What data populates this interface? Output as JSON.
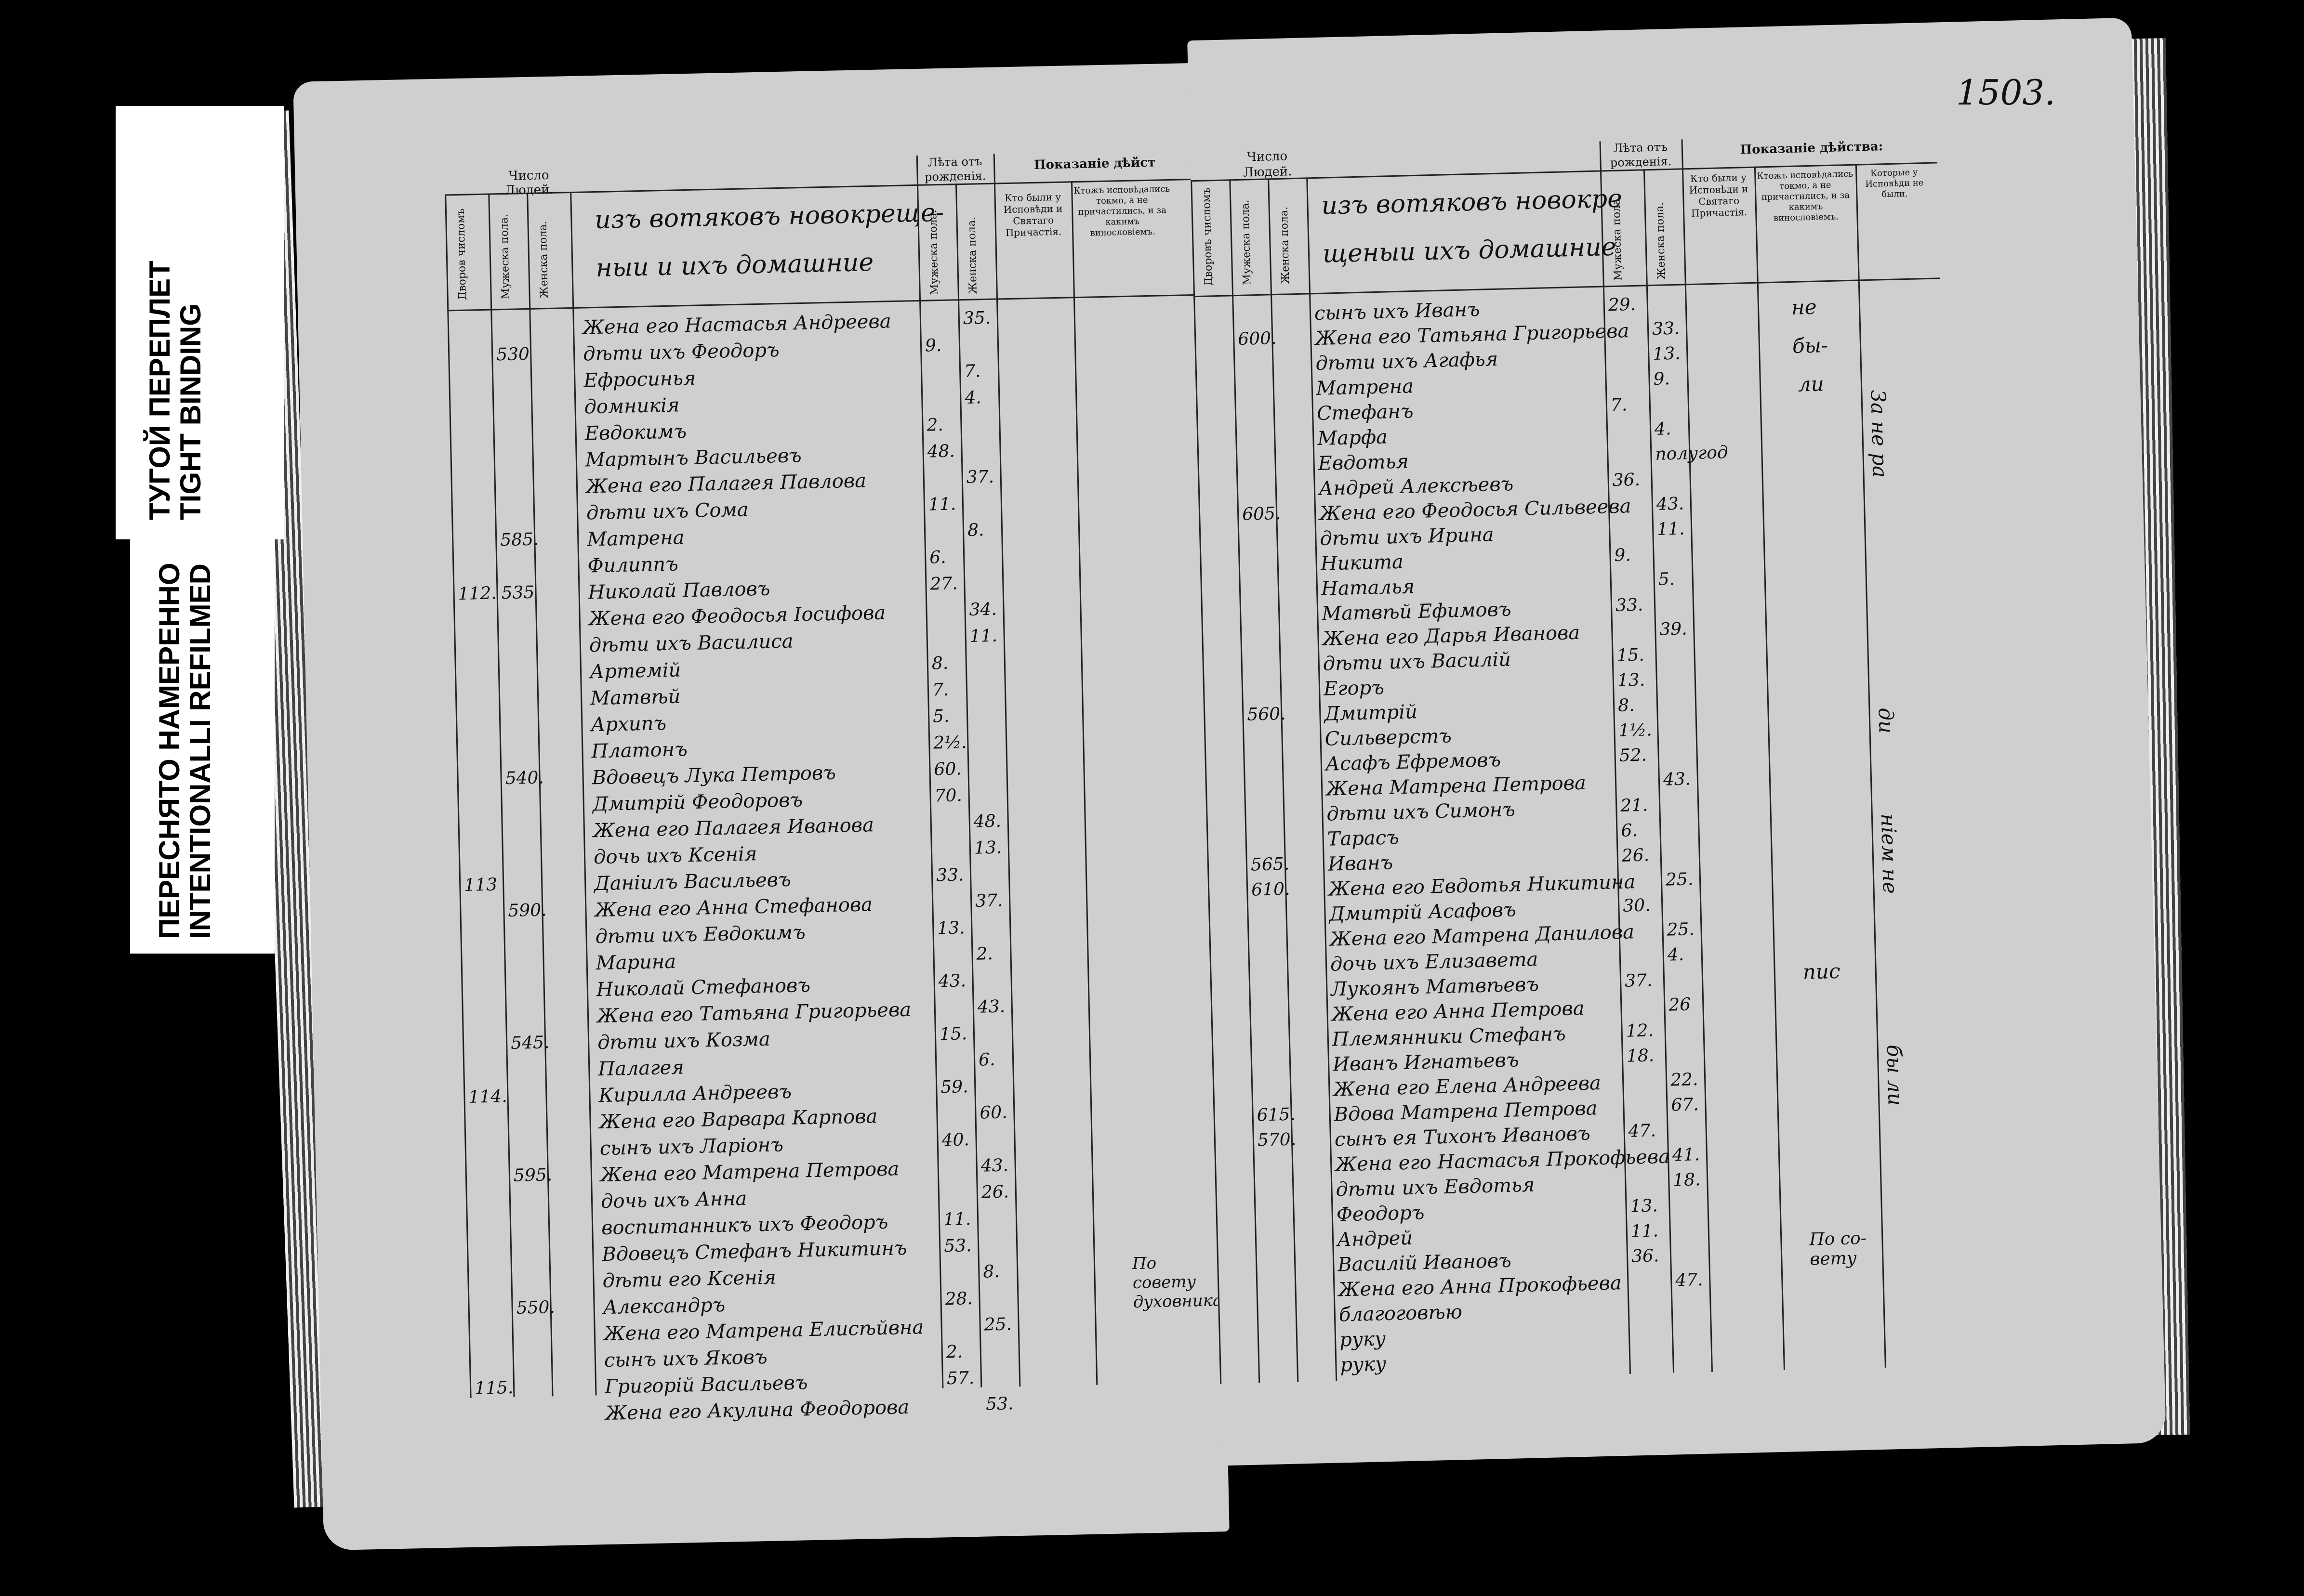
{
  "labels": {
    "tight_binding_ru": "ТУГОЙ ПЕРЕПЛЕТ",
    "tight_binding_en": "TIGHT BINDING",
    "refilmed_ru": "ПЕРЕСНЯТО НАМЕРЕННО",
    "refilmed_en": "INTENTIONALLI REFILMED"
  },
  "folio": "1503.",
  "left": {
    "headers": {
      "number": "Число",
      "people": "Людей.",
      "yards": "Дворов числомъ",
      "male": "Мужеска пола.",
      "female": "Женска пола.",
      "age": "Лѣта отъ рожденія.",
      "age_male": "Мужеска пола.",
      "age_female": "Женска пола.",
      "testimony": "Показаніе дѣйст",
      "confessed": "Кто были у Исповѣди и Святаго Причастія.",
      "only_confessed": "Ктожъ исповѣдались токмо, а не причастились, и за какимъ винословіемъ."
    },
    "title_line1": "изъ вотяковъ новокреще-",
    "title_line2": "ныи и ихъ домашние",
    "rows": [
      {
        "yard": "",
        "num": "",
        "text": "Жена его Настасья Андреева",
        "m": "",
        "f": "35."
      },
      {
        "yard": "",
        "num": "530",
        "text": "дѣти ихъ Феодоръ",
        "m": "9.",
        "f": ""
      },
      {
        "yard": "",
        "num": "",
        "text": "Ефросинья",
        "m": "",
        "f": "7."
      },
      {
        "yard": "",
        "num": "",
        "text": "домникія",
        "m": "",
        "f": "4."
      },
      {
        "yard": "",
        "num": "",
        "text": "Евдокимъ",
        "m": "2.",
        "f": ""
      },
      {
        "yard": "",
        "num": "",
        "text": "Мартынъ Васильевъ",
        "m": "48.",
        "f": ""
      },
      {
        "yard": "",
        "num": "",
        "text": "Жена его Палагея Павлова",
        "m": "",
        "f": "37."
      },
      {
        "yard": "",
        "num": "",
        "text": "дѣти ихъ Сома",
        "m": "11.",
        "f": ""
      },
      {
        "yard": "",
        "num": "585.",
        "text": "Матрена",
        "m": "",
        "f": "8."
      },
      {
        "yard": "",
        "num": "",
        "text": "Филиппъ",
        "m": "6.",
        "f": ""
      },
      {
        "yard": "112.",
        "num": "535",
        "text": "Николай Павловъ",
        "m": "27.",
        "f": ""
      },
      {
        "yard": "",
        "num": "",
        "text": "Жена его Феодосья Іосифова",
        "m": "",
        "f": "34."
      },
      {
        "yard": "",
        "num": "",
        "text": "дѣти ихъ Василиса",
        "m": "",
        "f": "11."
      },
      {
        "yard": "",
        "num": "",
        "text": "Артемій",
        "m": "8.",
        "f": ""
      },
      {
        "yard": "",
        "num": "",
        "text": "Матвѣй",
        "m": "7.",
        "f": ""
      },
      {
        "yard": "",
        "num": "",
        "text": "Архипъ",
        "m": "5.",
        "f": ""
      },
      {
        "yard": "",
        "num": "",
        "text": "Платонъ",
        "m": "2½.",
        "f": ""
      },
      {
        "yard": "",
        "num": "540.",
        "text": "Вдовецъ Лука Петровъ",
        "m": "60.",
        "f": ""
      },
      {
        "yard": "",
        "num": "",
        "text": "Дмитрій Феодоровъ",
        "m": "70.",
        "f": ""
      },
      {
        "yard": "",
        "num": "",
        "text": "Жена его Палагея Иванова",
        "m": "",
        "f": "48."
      },
      {
        "yard": "",
        "num": "",
        "text": "дочь ихъ Ксенія",
        "m": "",
        "f": "13."
      },
      {
        "yard": "113",
        "num": "",
        "text": "Даніилъ Васильевъ",
        "m": "33.",
        "f": ""
      },
      {
        "yard": "",
        "num": "590.",
        "text": "Жена его Анна Стефанова",
        "m": "",
        "f": "37."
      },
      {
        "yard": "",
        "num": "",
        "text": "дѣти ихъ Евдокимъ",
        "m": "13.",
        "f": ""
      },
      {
        "yard": "",
        "num": "",
        "text": "Марина",
        "m": "",
        "f": "2."
      },
      {
        "yard": "",
        "num": "",
        "text": "Николай Стефановъ",
        "m": "43.",
        "f": ""
      },
      {
        "yard": "",
        "num": "",
        "text": "Жена его Татьяна Григорьева",
        "m": "",
        "f": "43."
      },
      {
        "yard": "",
        "num": "545.",
        "text": "дѣти ихъ Козма",
        "m": "15.",
        "f": ""
      },
      {
        "yard": "",
        "num": "",
        "text": "Палагея",
        "m": "",
        "f": "6."
      },
      {
        "yard": "114.",
        "num": "",
        "text": "Кирилла Андреевъ",
        "m": "59.",
        "f": ""
      },
      {
        "yard": "",
        "num": "",
        "text": "Жена его Варвара Карпова",
        "m": "",
        "f": "60."
      },
      {
        "yard": "",
        "num": "",
        "text": "сынъ ихъ Ларіонъ",
        "m": "40.",
        "f": ""
      },
      {
        "yard": "",
        "num": "595.",
        "text": "Жена его Матрена Петрова",
        "m": "",
        "f": "43."
      },
      {
        "yard": "",
        "num": "",
        "text": "дочь ихъ Анна",
        "m": "",
        "f": "26."
      },
      {
        "yard": "",
        "num": "",
        "text": "воспитанникъ ихъ Феодоръ",
        "m": "11.",
        "f": ""
      },
      {
        "yard": "",
        "num": "",
        "text": "Вдовецъ Стефанъ Никитинъ",
        "m": "53.",
        "f": ""
      },
      {
        "yard": "",
        "num": "",
        "text": "дѣти его Ксенія",
        "m": "",
        "f": "8."
      },
      {
        "yard": "",
        "num": "550.",
        "text": "Александръ",
        "m": "28.",
        "f": ""
      },
      {
        "yard": "",
        "num": "",
        "text": "Жена его Матрена Елисѣйвна",
        "m": "",
        "f": "25."
      },
      {
        "yard": "",
        "num": "",
        "text": "сынъ ихъ Яковъ",
        "m": "2.",
        "f": ""
      },
      {
        "yard": "115.",
        "num": "",
        "text": "Григорій Васильевъ",
        "m": "57.",
        "f": ""
      },
      {
        "yard": "",
        "num": "",
        "text": "Жена его Акулина Феодорова",
        "m": "",
        "f": "53."
      }
    ],
    "margin_note": "По совету духовника"
  },
  "right": {
    "headers": {
      "number": "Число",
      "people": "Людей.",
      "yards": "Дворовъ числомъ",
      "male": "Мужеска пола.",
      "female": "Женска пола.",
      "age": "Лѣта отъ рожденія.",
      "age_male": "Мужеска пола.",
      "age_female": "Женска пола.",
      "testimony": "Показаніе дѣйства:",
      "confessed": "Кто были у Исповѣди и Святаго Причастія.",
      "only_confessed": "Ктожъ исповѣдались токмо, а не причастились, и за какимъ винословіемъ.",
      "never": "Которые у Исповѣди не были."
    },
    "title_line1": "изъ вотяковъ новокре",
    "title_line2": "щеныи ихъ домашние",
    "rows": [
      {
        "yard": "",
        "num": "",
        "text": "сынъ ихъ Иванъ",
        "m": "29.",
        "f": ""
      },
      {
        "yard": "",
        "num": "600.",
        "text": "Жена его Татьяна Григорьева",
        "m": "",
        "f": "33."
      },
      {
        "yard": "",
        "num": "",
        "text": "дѣти ихъ Агафья",
        "m": "",
        "f": "13."
      },
      {
        "yard": "",
        "num": "",
        "text": "Матрена",
        "m": "",
        "f": "9."
      },
      {
        "yard": "",
        "num": "",
        "text": "Стефанъ",
        "m": "7.",
        "f": ""
      },
      {
        "yard": "",
        "num": "",
        "text": "Марфа",
        "m": "",
        "f": "4."
      },
      {
        "yard": "",
        "num": "",
        "text": "Евдотья",
        "m": "",
        "f": "полугод"
      },
      {
        "yard": "",
        "num": "",
        "text": "Андрей Алексѣевъ",
        "m": "36.",
        "f": ""
      },
      {
        "yard": "",
        "num": "605.",
        "text": "Жена его Феодосья Сильвеева",
        "m": "",
        "f": "43."
      },
      {
        "yard": "",
        "num": "",
        "text": "дѣти ихъ Ирина",
        "m": "",
        "f": "11."
      },
      {
        "yard": "",
        "num": "",
        "text": "Никита",
        "m": "9.",
        "f": ""
      },
      {
        "yard": "",
        "num": "",
        "text": "Наталья",
        "m": "",
        "f": "5."
      },
      {
        "yard": "",
        "num": "",
        "text": "Матвѣй Ефимовъ",
        "m": "33.",
        "f": ""
      },
      {
        "yard": "",
        "num": "",
        "text": "Жена его Дарья Иванова",
        "m": "",
        "f": "39."
      },
      {
        "yard": "",
        "num": "",
        "text": "дѣти ихъ Василій",
        "m": "15.",
        "f": ""
      },
      {
        "yard": "",
        "num": "",
        "text": "Егоръ",
        "m": "13.",
        "f": ""
      },
      {
        "yard": "",
        "num": "560.",
        "text": "Дмитрій",
        "m": "8.",
        "f": ""
      },
      {
        "yard": "",
        "num": "",
        "text": "Сильверстъ",
        "m": "1½.",
        "f": ""
      },
      {
        "yard": "",
        "num": "",
        "text": "Асафъ Ефремовъ",
        "m": "52.",
        "f": ""
      },
      {
        "yard": "",
        "num": "",
        "text": "Жена Матрена Петрова",
        "m": "",
        "f": "43."
      },
      {
        "yard": "",
        "num": "",
        "text": "дѣти ихъ Симонъ",
        "m": "21.",
        "f": ""
      },
      {
        "yard": "",
        "num": "",
        "text": "Тарасъ",
        "m": "6.",
        "f": ""
      },
      {
        "yard": "",
        "num": "565.",
        "text": "Иванъ",
        "m": "26.",
        "f": ""
      },
      {
        "yard": "",
        "num": "610.",
        "text": "Жена его Евдотья Никитина",
        "m": "",
        "f": "25."
      },
      {
        "yard": "",
        "num": "",
        "text": "Дмитрій Асафовъ",
        "m": "30.",
        "f": ""
      },
      {
        "yard": "",
        "num": "",
        "text": "Жена его Матрена Данилова",
        "m": "",
        "f": "25."
      },
      {
        "yard": "",
        "num": "",
        "text": "дочь ихъ Елизавета",
        "m": "",
        "f": "4."
      },
      {
        "yard": "",
        "num": "",
        "text": "Лукоянъ Матвѣевъ",
        "m": "37.",
        "f": ""
      },
      {
        "yard": "",
        "num": "",
        "text": "Жена его Анна Петрова",
        "m": "",
        "f": "26"
      },
      {
        "yard": "",
        "num": "",
        "text": "Племянники Стефанъ",
        "m": "12.",
        "f": ""
      },
      {
        "yard": "",
        "num": "",
        "text": "Иванъ Игнатьевъ",
        "m": "18.",
        "f": ""
      },
      {
        "yard": "",
        "num": "",
        "text": "Жена его Елена Андреева",
        "m": "",
        "f": "22."
      },
      {
        "yard": "",
        "num": "615.",
        "text": "Вдова Матрена Петрова",
        "m": "",
        "f": "67."
      },
      {
        "yard": "",
        "num": "570.",
        "text": "сынъ ея Тихонъ Ивановъ",
        "m": "47.",
        "f": ""
      },
      {
        "yard": "",
        "num": "",
        "text": "Жена его Настасья Прокофьева",
        "m": "",
        "f": "41."
      },
      {
        "yard": "",
        "num": "",
        "text": "дѣти ихъ Евдотья",
        "m": "",
        "f": "18."
      },
      {
        "yard": "",
        "num": "",
        "text": "Феодоръ",
        "m": "13.",
        "f": ""
      },
      {
        "yard": "",
        "num": "",
        "text": "Андрей",
        "m": "11.",
        "f": ""
      },
      {
        "yard": "",
        "num": "",
        "text": "Василій Ивановъ",
        "m": "36.",
        "f": ""
      },
      {
        "yard": "",
        "num": "",
        "text": "Жена его Анна Прокофьева",
        "m": "",
        "f": "47."
      },
      {
        "yard": "",
        "num": "",
        "text": "благоговѣю",
        "m": "",
        "f": ""
      },
      {
        "yard": "",
        "num": "",
        "text": "руку",
        "m": "",
        "f": ""
      },
      {
        "yard": "",
        "num": "",
        "text": "руку",
        "m": "",
        "f": ""
      }
    ],
    "notes": {
      "ne": "не",
      "byli": "бы-",
      "li": "ли",
      "za_ne_ra": "За не ра",
      "di": "ди",
      "nie": "ніем не",
      "byli2": "бы ли",
      "sign": "пис",
      "posovetu": "По со-вету"
    }
  }
}
